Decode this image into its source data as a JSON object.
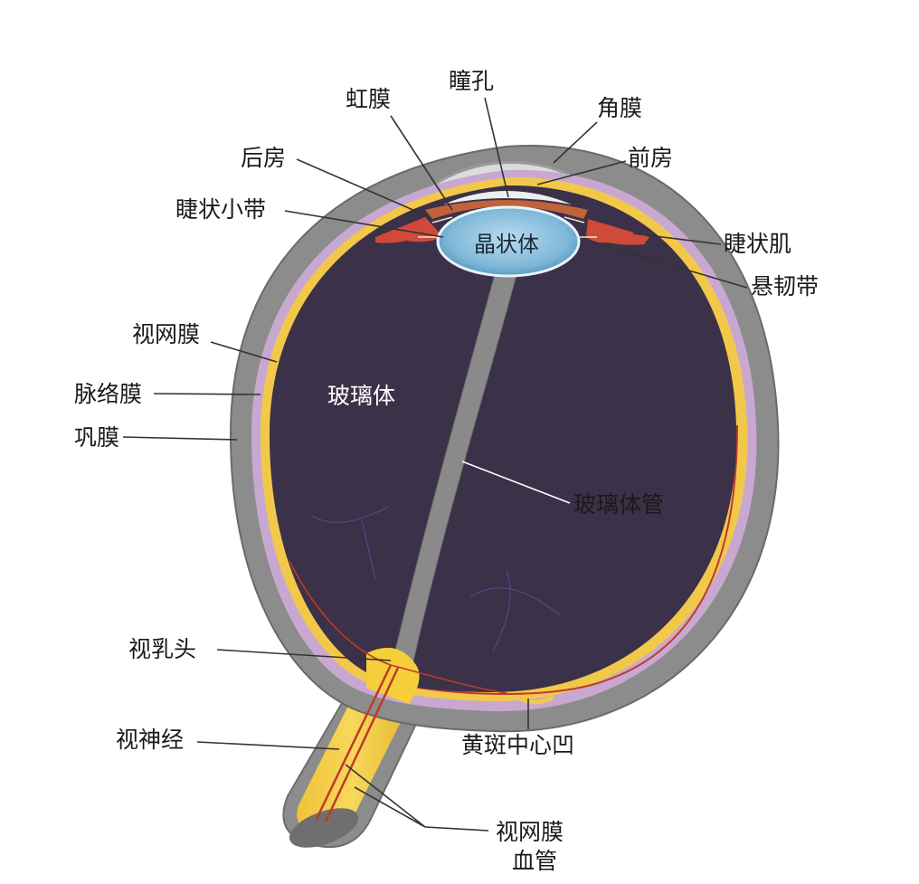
{
  "diagram": {
    "labels": {
      "iris": "虹膜",
      "pupil": "瞳孔",
      "cornea": "角膜",
      "posterior_chamber": "后房",
      "anterior_chamber": "前房",
      "ciliary_zonule": "睫状小带",
      "ciliary_muscle": "睫状肌",
      "suspensory_ligament": "悬韧带",
      "lens": "晶状体",
      "retina": "视网膜",
      "choroid": "脉络膜",
      "sclera": "巩膜",
      "vitreous_body": "玻璃体",
      "hyaloid_canal": "玻璃体管",
      "optic_disc": "视乳头",
      "optic_nerve": "视神经",
      "fovea": "黄斑中心凹",
      "retinal_vessels_line1": "视网膜",
      "retinal_vessels_line2": "血管"
    },
    "colors": {
      "sclera": "#8c8c8c",
      "choroid": "#c8a8d0",
      "retina": "#f2c84b",
      "vitreous": "#3b3148",
      "lens": "#7fb8d8",
      "iris": "#c0623a",
      "ciliary": "#d04a3a",
      "cornea": "#dcdcdc",
      "optic_nerve": "#f5cf3a",
      "vessel": "#c0392b"
    }
  }
}
